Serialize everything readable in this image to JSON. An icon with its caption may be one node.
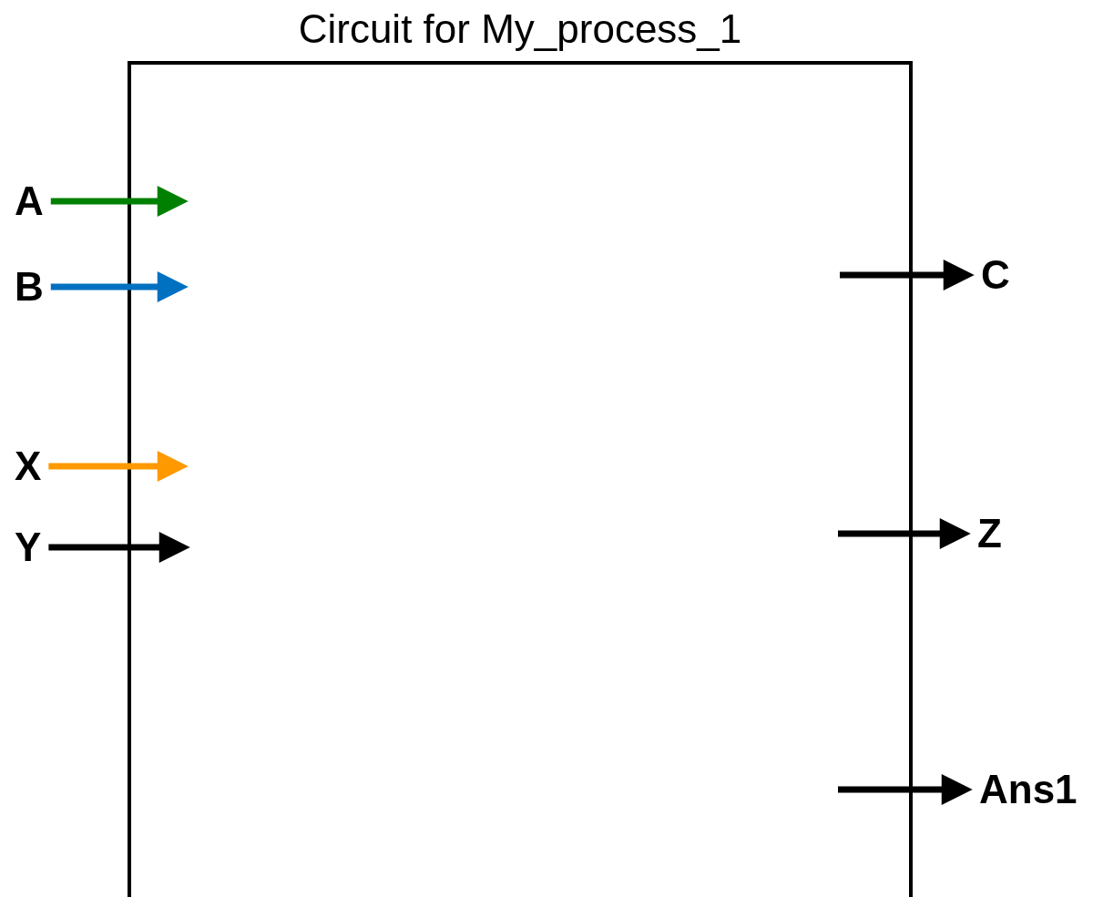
{
  "diagram": {
    "title": "Circuit for My_process_1",
    "nodes": [
      {
        "text": [],
        "shape": "box"
      },
      {
        "text": [
          "A"
        ]
      },
      {
        "text": [
          "B"
        ]
      },
      {
        "text": [
          "X"
        ]
      },
      {
        "text": [
          "Y"
        ]
      },
      {
        "text": [
          "C"
        ]
      },
      {
        "text": [
          "Z"
        ]
      },
      {
        "text": [
          "Ans1"
        ]
      }
    ],
    "edges": [
      {
        "from": 1,
        "to": 0,
        "arrow": "to",
        "color": "#008000"
      },
      {
        "from": 2,
        "to": 0,
        "arrow": "to",
        "color": "#0070c0"
      },
      {
        "from": 3,
        "to": 0,
        "arrow": "to",
        "color": "#ff9900"
      },
      {
        "from": 4,
        "to": 0,
        "arrow": "to"
      },
      {
        "from": 0,
        "to": 5,
        "arrow": "to"
      },
      {
        "from": 0,
        "to": 6,
        "arrow": "to"
      },
      {
        "from": 0,
        "to": 7,
        "arrow": "to"
      }
    ]
  }
}
